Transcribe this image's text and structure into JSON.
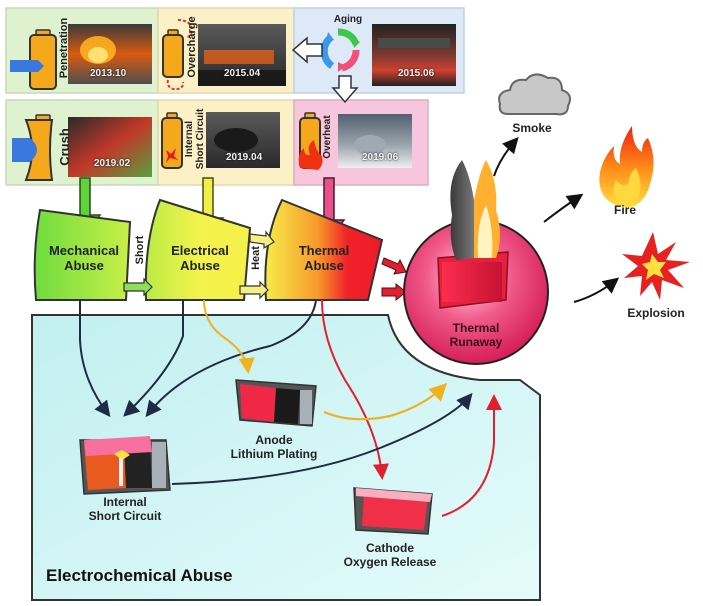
{
  "figure": {
    "triggers": [
      {
        "id": "penetration",
        "label": "Penetration",
        "date": "2013.10",
        "category": "mechanical"
      },
      {
        "id": "overcharge",
        "label": "Overcharge",
        "date": "2015.04",
        "category": "electrical"
      },
      {
        "id": "aging",
        "label": "Aging",
        "date": "2015.06",
        "category": "aging"
      },
      {
        "id": "crush",
        "label": "Crush",
        "date": "2019.02",
        "category": "mechanical"
      },
      {
        "id": "internal_short",
        "label": "Internal Short Circuit",
        "label_line1": "Internal",
        "label_line2": "Short Circuit",
        "date": "2019.04",
        "category": "electrical"
      },
      {
        "id": "overheat",
        "label": "Overheat",
        "date": "2019.06",
        "category": "thermal"
      }
    ],
    "abuse_blocks": [
      {
        "id": "mechanical",
        "line1": "Mechanical",
        "line2": "Abuse"
      },
      {
        "id": "electrical",
        "line1": "Electrical",
        "line2": "Abuse"
      },
      {
        "id": "thermal",
        "line1": "Thermal",
        "line2": "Abuse"
      }
    ],
    "connectors": {
      "short": "Short",
      "heat": "Heat"
    },
    "thermal_runaway": {
      "line1": "Thermal",
      "line2": "Runaway"
    },
    "outcomes": [
      {
        "id": "smoke",
        "label": "Smoke"
      },
      {
        "id": "fire",
        "label": "Fire"
      },
      {
        "id": "explosion",
        "label": "Explosion"
      }
    ],
    "electrochemical": {
      "title": "Electrochemical Abuse",
      "internal_short": {
        "line1": "Internal",
        "line2": "Short Circuit"
      },
      "anode": {
        "line1": "Anode",
        "line2": "Lithium Plating"
      },
      "cathode": {
        "line1": "Cathode",
        "line2": "Oxygen Release"
      }
    },
    "colors": {
      "mechanical_panel": "#dff2cf",
      "electrical_panel": "#fbf0c6",
      "aging_panel": "#dde9f6",
      "thermal_panel": "#f7c6dc",
      "electrochemical_bg": "#d2f3f3",
      "mechanical_arrow": "#5fd43a",
      "electrical_arrow": "#f0ef4a",
      "thermal_arrow": "#e8508e",
      "runaway_sphere": "#e8326a",
      "battery_orange": "#f5a81c",
      "path_dark": "#1f2a44",
      "path_yellow": "#f0b21c",
      "path_red": "#e02030"
    }
  }
}
